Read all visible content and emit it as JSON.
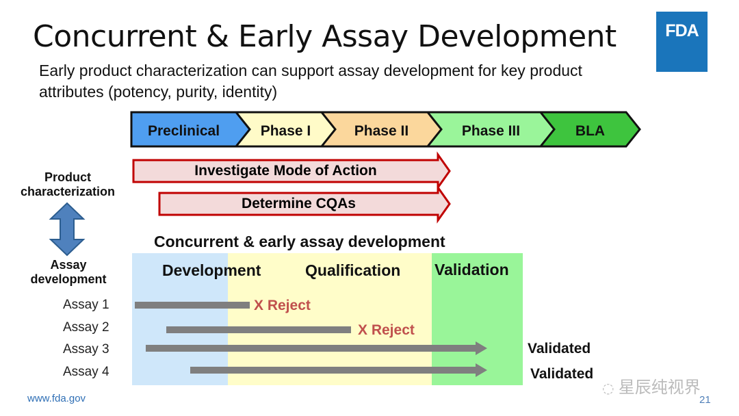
{
  "title": "Concurrent & Early Assay Development",
  "subtitle": "Early product characterization can support assay development for key product attributes (potency, purity, identity)",
  "logo": "FDA",
  "phases": [
    {
      "label": "Preclinical",
      "color": "#4f9ef0"
    },
    {
      "label": "Phase I",
      "color": "#fffbc8"
    },
    {
      "label": "Phase II",
      "color": "#fbd79c"
    },
    {
      "label": "Phase III",
      "color": "#9af59a"
    },
    {
      "label": "BLA",
      "color": "#3ec43e"
    }
  ],
  "characterization_arrows": [
    "Investigate Mode of Action",
    "Determine CQAs"
  ],
  "left_labels": {
    "product": "Product characterization",
    "assay": "Assay development"
  },
  "section_title": "Concurrent & early assay development",
  "stages": [
    "Development",
    "Qualification",
    "Validation"
  ],
  "assays": [
    {
      "label": "Assay 1",
      "outcome": "X Reject"
    },
    {
      "label": "Assay 2",
      "outcome": "X Reject"
    },
    {
      "label": "Assay 3",
      "outcome": "Validated"
    },
    {
      "label": "Assay 4",
      "outcome": "Validated"
    }
  ],
  "footer": {
    "url": "www.fda.gov",
    "page": "21"
  },
  "watermark": "星辰纯视界"
}
